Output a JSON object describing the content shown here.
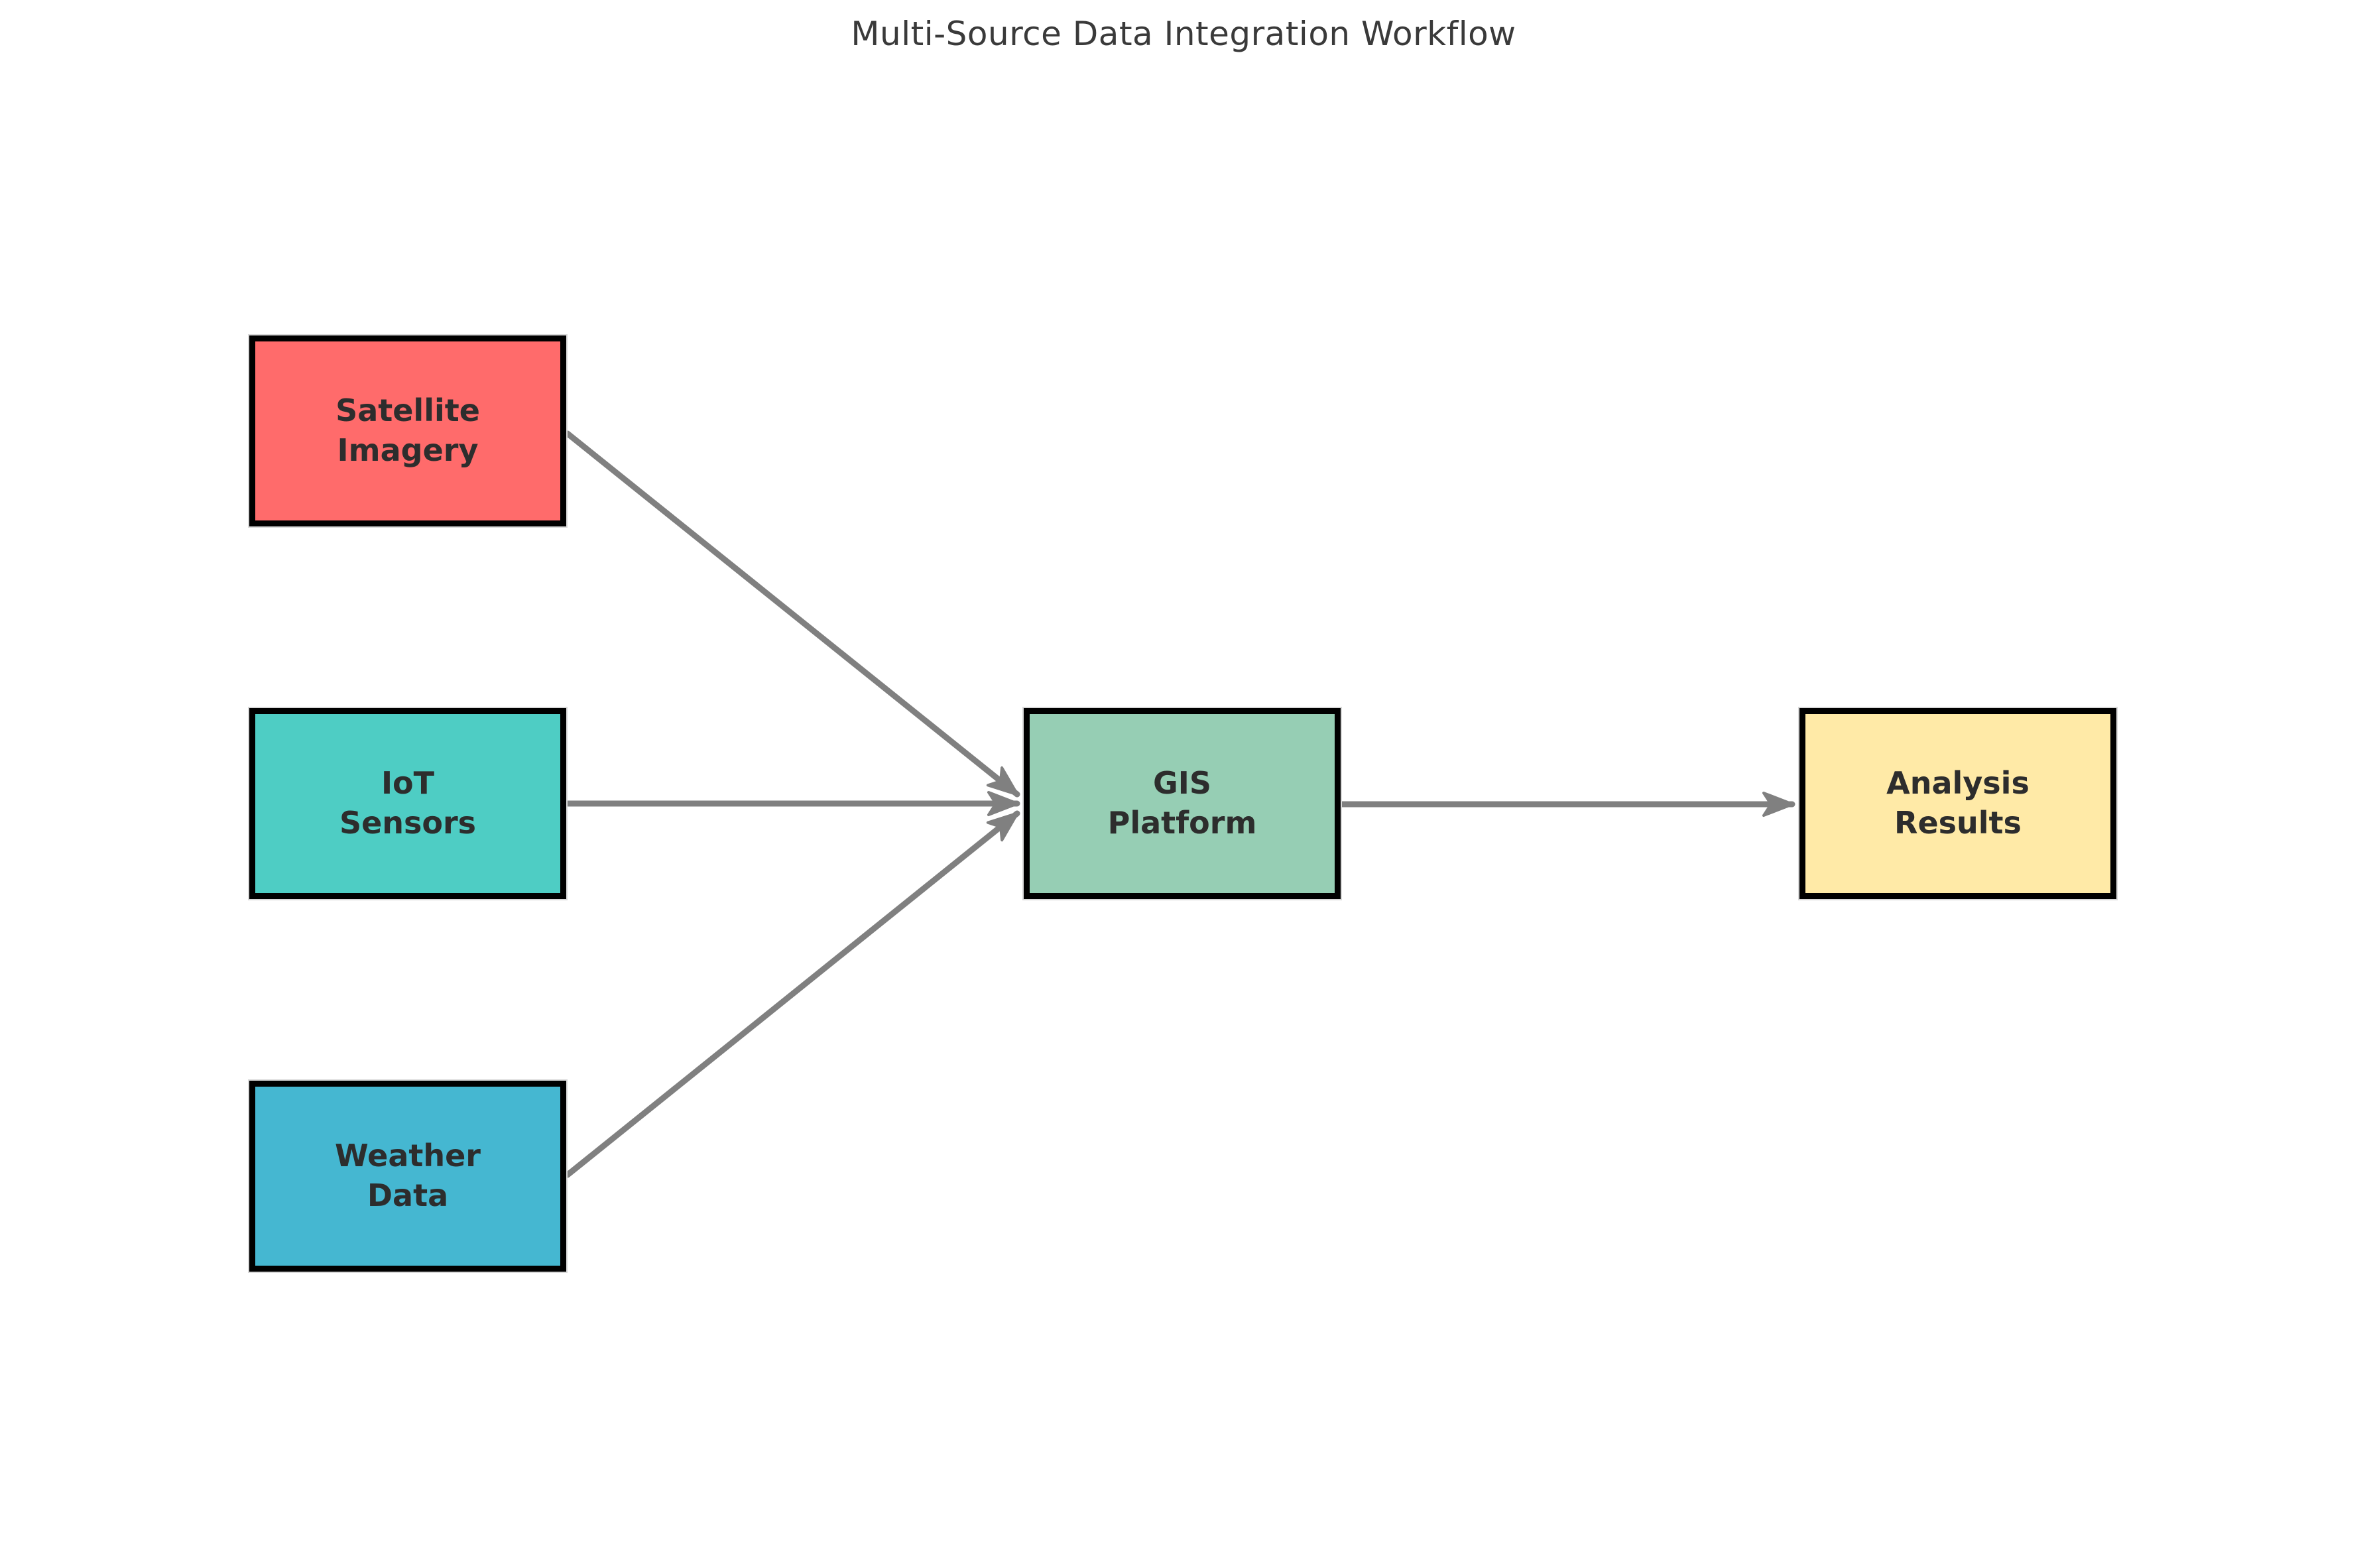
{
  "title": "Multi-Source Data Integration Workflow",
  "colors": {
    "background": "#ffffff",
    "arrow": "#808080",
    "node_border": "#000000",
    "node_text": "#2d2d2d",
    "title_text": "#3a3a3a"
  },
  "nodes": {
    "satellite": {
      "line1": "Satellite",
      "line2": "Imagery",
      "fill": "#FF6B6B"
    },
    "iot": {
      "line1": "IoT",
      "line2": "Sensors",
      "fill": "#4ECDC4"
    },
    "weather": {
      "line1": "Weather",
      "line2": "Data",
      "fill": "#45B7D1"
    },
    "gis": {
      "line1": "GIS",
      "line2": "Platform",
      "fill": "#96CEB4"
    },
    "analysis": {
      "line1": "Analysis",
      "line2": "Results",
      "fill": "#FFEAA7"
    }
  },
  "edges": [
    {
      "from": "satellite",
      "to": "gis"
    },
    {
      "from": "iot",
      "to": "gis"
    },
    {
      "from": "weather",
      "to": "gis"
    },
    {
      "from": "gis",
      "to": "analysis"
    }
  ]
}
